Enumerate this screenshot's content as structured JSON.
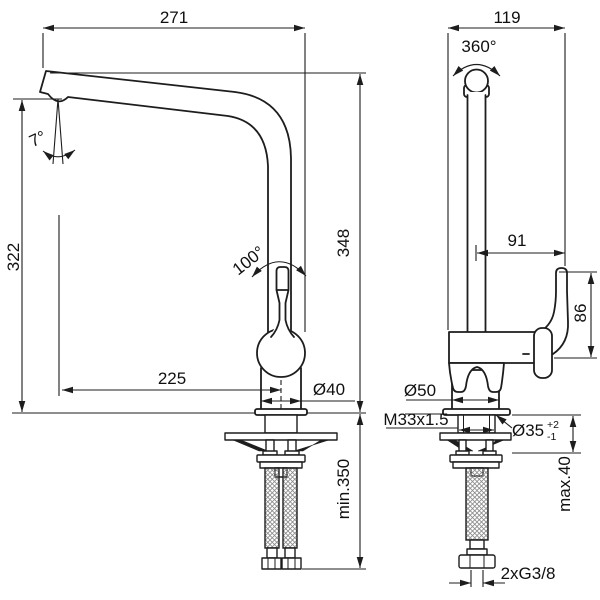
{
  "colors": {
    "background": "#ffffff",
    "line": "#1d1d1d"
  },
  "side_view": {
    "dim_spout_reach": "271",
    "dim_spout_angle": "7°",
    "dim_height_to_outlet": "322",
    "dim_handle_swing_angle": "100°",
    "dim_outlet_to_body_axis": "225",
    "dim_base_diameter": "Ø40",
    "dim_overall_height": "348",
    "dim_min_clearance_below": "min.350"
  },
  "front_view": {
    "dim_body_depth": "119",
    "dim_spout_swivel_angle": "360°",
    "dim_handle_reach": "91",
    "dim_handle_height": "86",
    "dim_body_diameter": "Ø50",
    "dim_mounting_thread": "M33x1.5",
    "dim_mounting_hole_diameter": "Ø35",
    "dim_mounting_hole_tol_plus": "+2",
    "dim_mounting_hole_tol_minus": "-1",
    "dim_max_deck_thickness": "max.40",
    "dim_hose_connections": "2xG3/8"
  }
}
